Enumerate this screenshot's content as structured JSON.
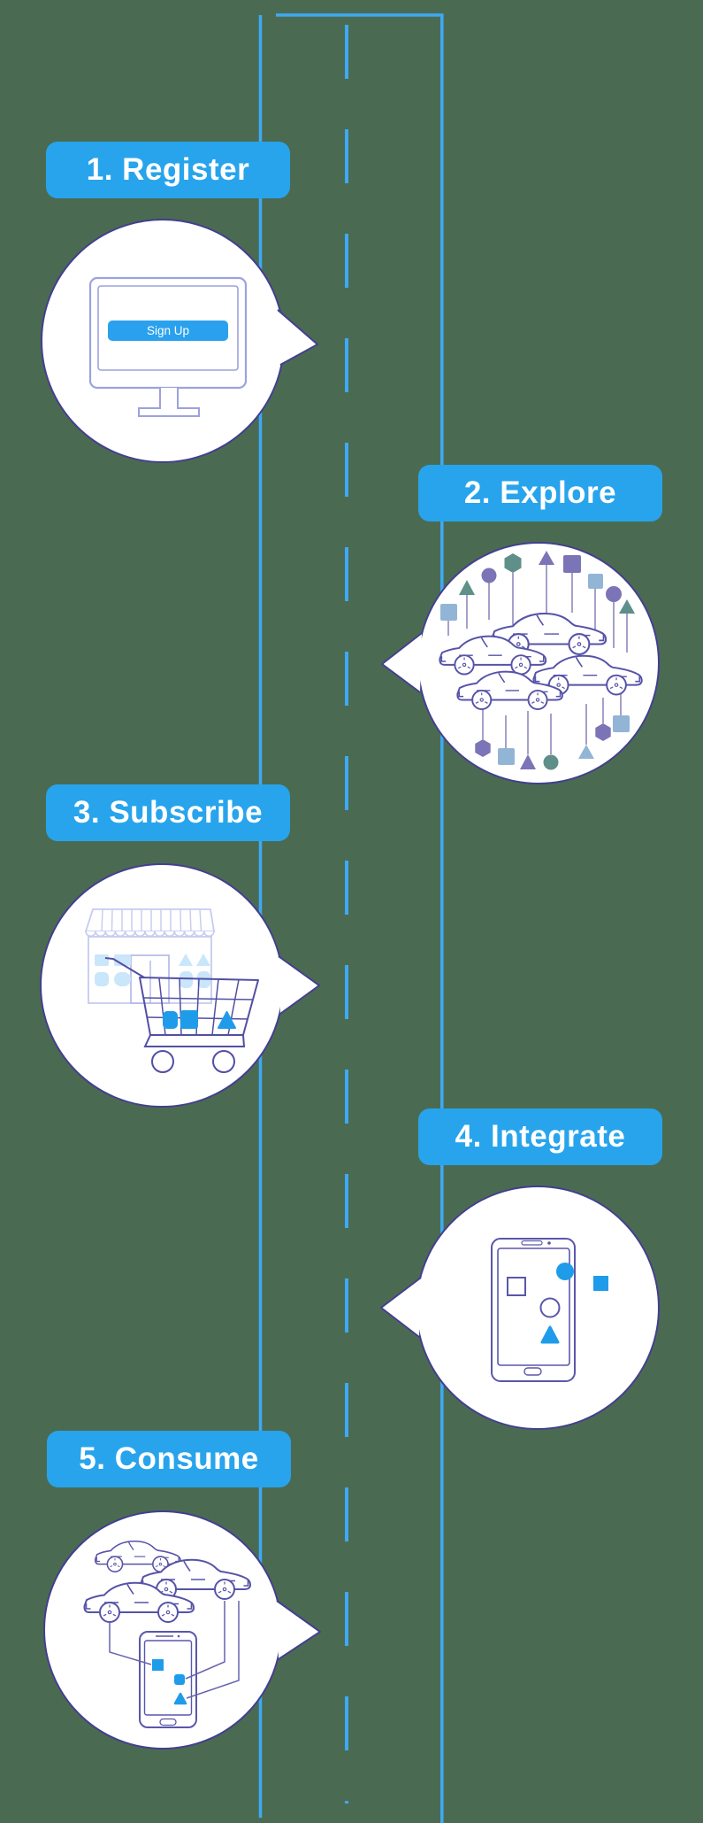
{
  "background_color": "#4A6B52",
  "road": {
    "line_color": "#3FA9F5",
    "style": "vertical road: two solid edge lines and a dashed center line"
  },
  "accent": {
    "label_background": "#28A4EC",
    "label_text_color": "#FFFFFF",
    "shape_blue": "#1F9CE9",
    "bubble_outline": "#433F8E"
  },
  "steps": [
    {
      "label": "1. Register",
      "side": "left",
      "illustration": "desktop-monitor-with-signup-button",
      "button_label": "Sign Up"
    },
    {
      "label": "2. Explore",
      "side": "right",
      "illustration": "cars-with-data-shapes-circuit"
    },
    {
      "label": "3. Subscribe",
      "side": "left",
      "illustration": "storefront-with-shopping-cart"
    },
    {
      "label": "4. Integrate",
      "side": "right",
      "illustration": "smartphone-with-app-shapes"
    },
    {
      "label": "5. Consume",
      "side": "left",
      "illustration": "cars-connected-to-smartphone"
    }
  ]
}
